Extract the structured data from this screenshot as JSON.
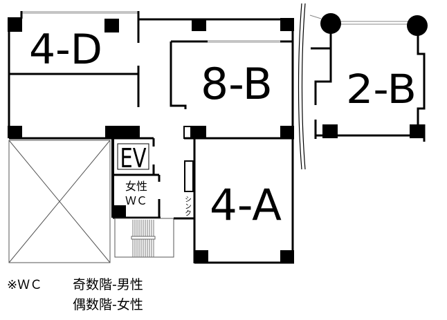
{
  "rooms": {
    "r4d": "4-D",
    "r8b": "8-B",
    "r2b": "2-B",
    "r4a": "4-A"
  },
  "facilities": {
    "ev": "EV",
    "wc_line1": "女性",
    "wc_line2": "ＷＣ",
    "sink": "シンク"
  },
  "notes": {
    "prefix": "※ＷＣ",
    "odd": "奇数階-男性",
    "even": "偶数階-女性"
  }
}
